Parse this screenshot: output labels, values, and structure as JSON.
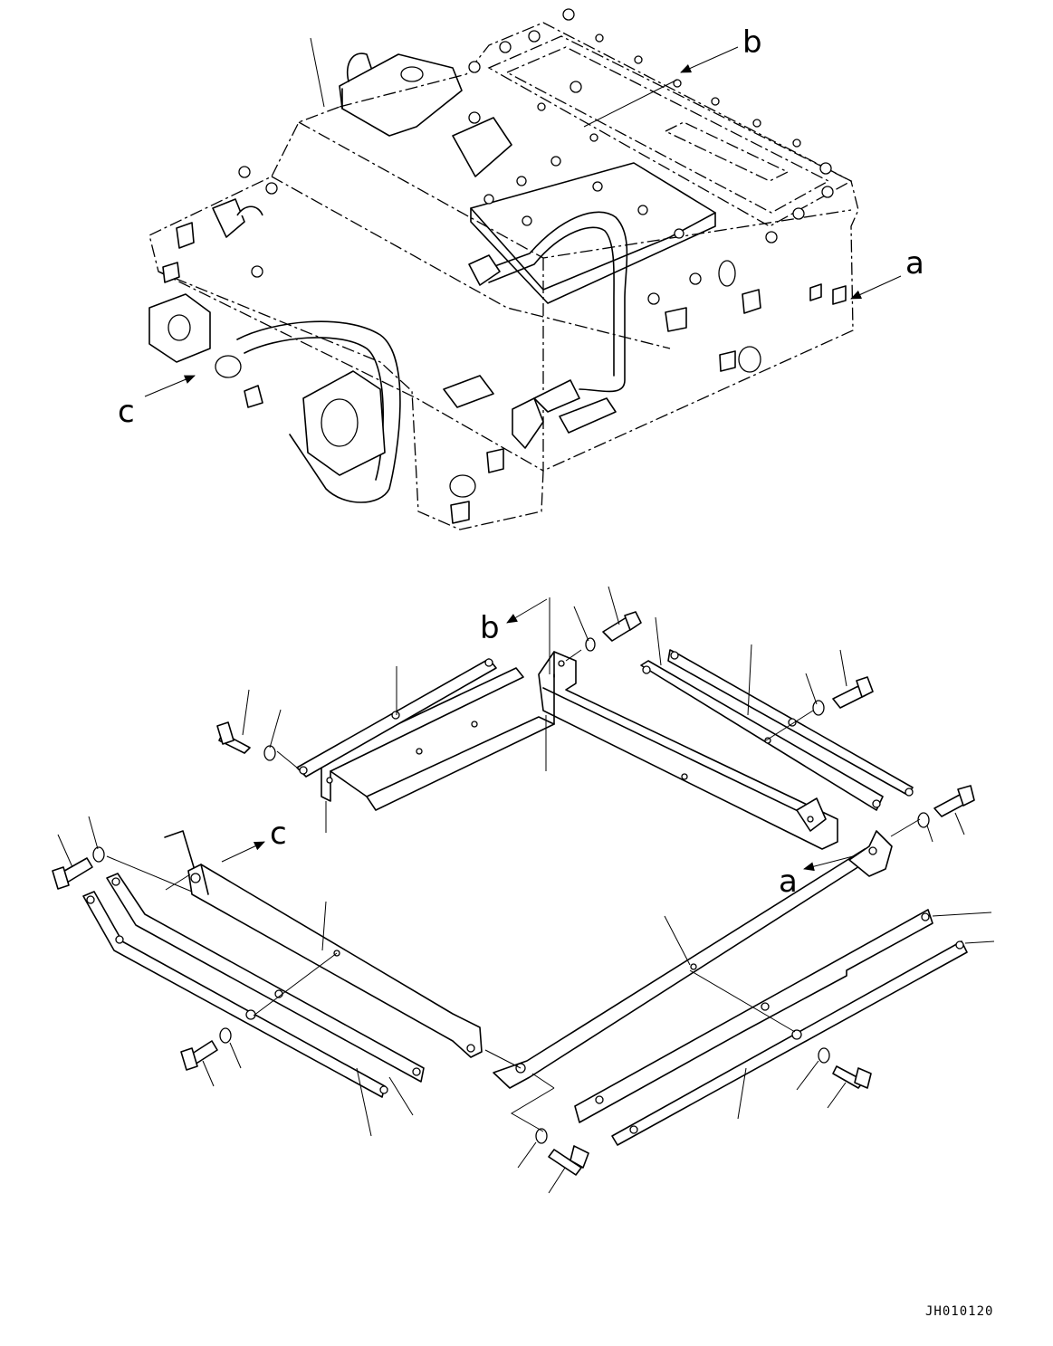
{
  "labels": {
    "a_top": "a",
    "b_top": "b",
    "c_top": "c",
    "a_bottom": "a",
    "b_bottom": "b",
    "c_bottom": "c"
  },
  "drawing_code": "JH010120"
}
